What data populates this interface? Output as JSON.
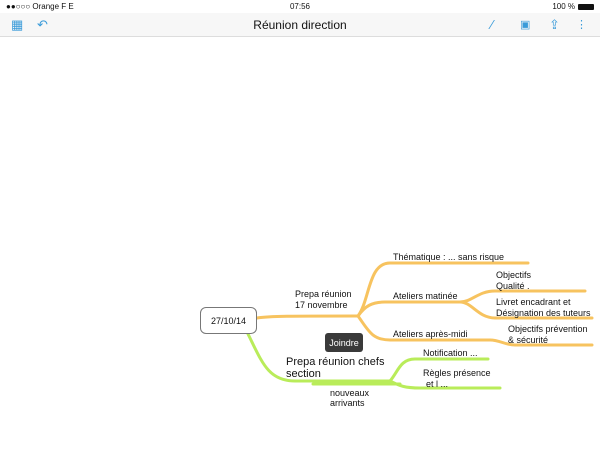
{
  "status": {
    "carrier": "●●○○○ Orange F  E",
    "time": "07:56",
    "battery": "100 %"
  },
  "toolbar": {
    "title": "Réunion direction",
    "icons": [
      "grid-icon",
      "undo-icon",
      "brush-icon",
      "image-icon",
      "share-icon",
      "tree-icon"
    ]
  },
  "map": {
    "root": "27/10/14",
    "branch1": {
      "label_l1": "Prepa réunion",
      "label_l2": "17 novembre",
      "color": "#f7c35f",
      "children": [
        "Thématique : ... sans risque",
        "Ateliers matinée",
        "Ateliers après-midi"
      ],
      "matinee": [
        "Objectifs",
        "Qualité .",
        "Livret encadrant et",
        "Désignation des tuteurs"
      ],
      "apresmidi": [
        "Objectifs prévention",
        "& sécurité"
      ]
    },
    "branch2": {
      "label_l1": "Prepa réunion chefs",
      "label_l2": "section",
      "color": "#b9ec5a",
      "sub_l1": "nouveaux",
      "sub_l2": "arrivants",
      "children": [
        "Notification ...",
        "Règles présence",
        "et l ..."
      ]
    },
    "join_button": "Joindre"
  }
}
